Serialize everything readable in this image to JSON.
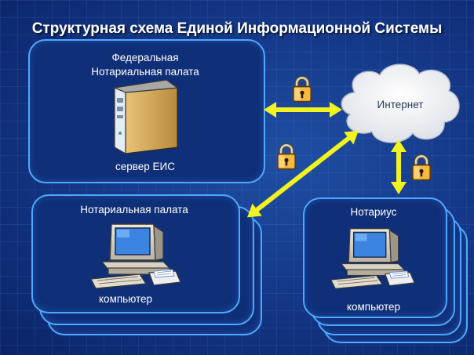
{
  "title": "Структурная схема Единой Информационной Системы",
  "federal": {
    "name_line1": "Федеральная",
    "name_line2": "Нотариальная палата",
    "device": "сервер ЕИС"
  },
  "chamber": {
    "name": "Нотариальная палата",
    "device": "компьютер"
  },
  "notary": {
    "name": "Нотариус",
    "device": "компьютер"
  },
  "internet": {
    "label": "Интернет"
  },
  "colors": {
    "arrow": "#f2f21e",
    "border": "#4fa8ff",
    "lock": "#f4b942"
  }
}
